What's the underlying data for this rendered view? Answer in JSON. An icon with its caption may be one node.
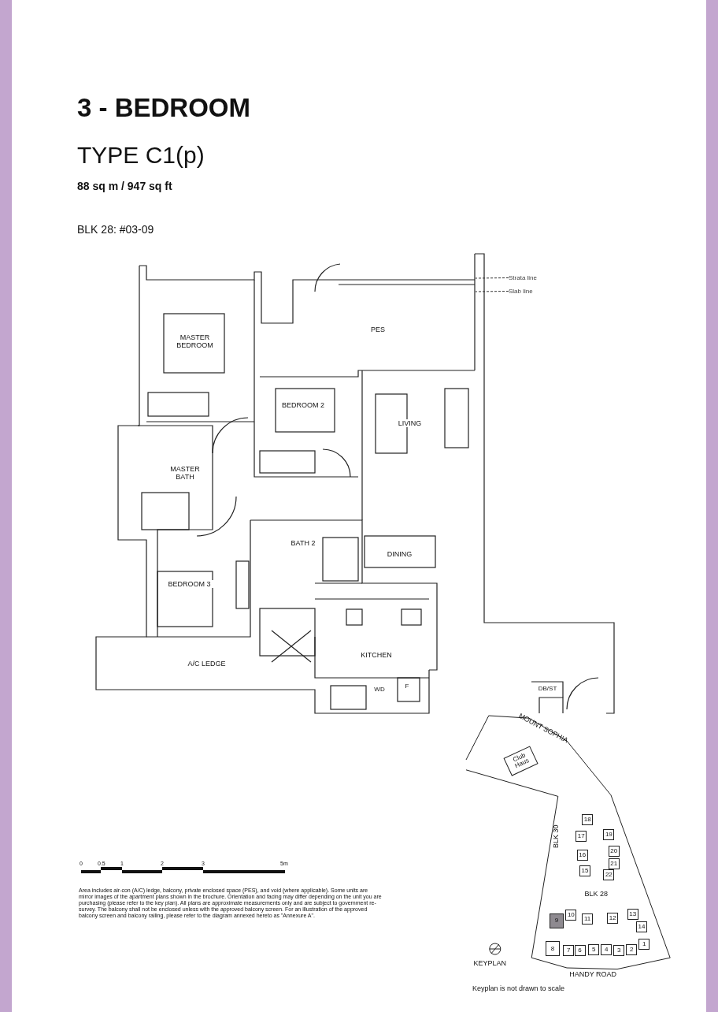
{
  "diagram": {
    "title": "3 - BEDROOM",
    "nodes": [
      {
        "text": [
          "Strata line"
        ]
      },
      {
        "text": [
          "Slab line"
        ]
      },
      {
        "text": [
          "Club Haus"
        ]
      },
      {
        "text": [
          "18"
        ]
      },
      {
        "text": [
          "17"
        ]
      },
      {
        "text": [
          "19"
        ]
      },
      {
        "text": [
          "16"
        ]
      },
      {
        "text": [
          "20"
        ]
      },
      {
        "text": [
          "21"
        ]
      },
      {
        "text": [
          "15"
        ]
      },
      {
        "text": [
          "22"
        ]
      },
      {
        "text": [
          "9"
        ]
      },
      {
        "text": [
          "10"
        ]
      },
      {
        "text": [
          "11"
        ]
      },
      {
        "text": [
          "12"
        ]
      },
      {
        "text": [
          "13"
        ]
      },
      {
        "text": [
          "14"
        ]
      },
      {
        "text": [
          "8"
        ]
      },
      {
        "text": [
          "7"
        ]
      },
      {
        "text": [
          "6"
        ]
      },
      {
        "text": [
          "5"
        ]
      },
      {
        "text": [
          "4"
        ]
      },
      {
        "text": [
          "3"
        ]
      },
      {
        "text": [
          "2"
        ]
      },
      {
        "text": [
          "1"
        ]
      }
    ],
    "edges": [
      {
        "from": 0,
        "to": null,
        "arrow": "none",
        "style": "dashed"
      },
      {
        "from": 1,
        "to": null,
        "arrow": "none",
        "style": "dashed"
      }
    ],
    "labels": [
      "TYPE C1(p)",
      "88 sq m / 947 sq ft",
      "BLK 28: #03-09",
      "PES",
      "MASTER BEDROOM",
      "BEDROOM 2",
      "LIVING",
      "MASTER BATH",
      "BATH 2",
      "DINING",
      "BEDROOM 3",
      "KITCHEN",
      "A/C LEDGE",
      "WD",
      "F",
      "DB/ST",
      "MOUNT SOPHIA",
      "BLK 30",
      "BLK 28",
      "KEYPLAN",
      "HANDY ROAD",
      "0",
      "0.5",
      "1",
      "2",
      "3",
      "5m",
      "Area includes air-con (A/C) ledge, balcony, private enclosed space (PES), and void (where applicable). Some units are mirror images of the apartment plans shown in the brochure. Orientation and facing may differ depending on the unit you are purchasing (please refer to the key plan). All plans are approximate measurements only and are subject to government re-survey. The balcony shall not be enclosed unless with the approved balcony screen. For an illustration of the approved balcony screen and balcony railing, please refer to the diagram annexed hereto as \"Annexure A\".",
      "Keyplan is not drawn to scale"
    ]
  }
}
